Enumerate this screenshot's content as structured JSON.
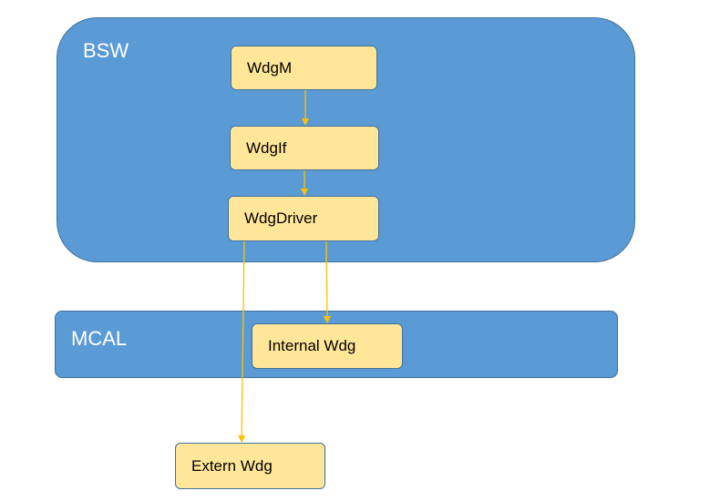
{
  "layers": {
    "bsw": {
      "label": "BSW"
    },
    "mcal": {
      "label": "MCAL"
    }
  },
  "modules": {
    "wdgm": "WdgM",
    "wdgif": "WdgIf",
    "wdgdriver": "WdgDriver",
    "internal_wdg": "Internal Wdg",
    "extern_wdg": "Extern Wdg"
  },
  "colors": {
    "layer_fill": "#5b9bd5",
    "layer_border": "#41719c",
    "module_fill": "#ffe699",
    "arrow": "#ffc000"
  }
}
